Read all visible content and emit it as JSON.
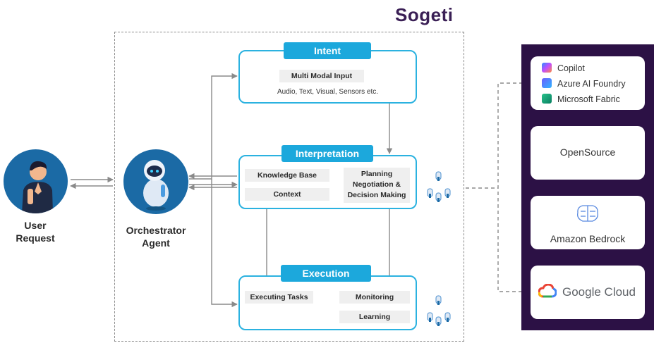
{
  "brand": "Sogeti",
  "user": {
    "label_line1": "User",
    "label_line2": "Request"
  },
  "agent": {
    "label_line1": "Orchestrator",
    "label_line2": "Agent"
  },
  "intent": {
    "title": "Intent",
    "input_chip": "Multi Modal Input",
    "modalities": "Audio, Text, Visual, Sensors etc."
  },
  "interpretation": {
    "title": "Interpretation",
    "knowledge_base": "Knowledge Base",
    "context": "Context",
    "planning_line1": "Planning",
    "planning_line2": "Negotiation &",
    "planning_line3": "Decision Making"
  },
  "execution": {
    "title": "Execution",
    "executing": "Executing Tasks",
    "monitoring": "Monitoring",
    "learning": "Learning"
  },
  "providers": {
    "microsoft": [
      "Copilot",
      "Azure AI Foundry",
      "Microsoft Fabric"
    ],
    "opensource": "OpenSource",
    "amazon": "Amazon Bedrock",
    "google": "Google Cloud"
  },
  "colors": {
    "accent": "#1ca8dc",
    "panel_border": "#2bb2e0",
    "dark_panel": "#2c1145",
    "brand": "#3a1f55",
    "circle": "#1b6aa5"
  }
}
